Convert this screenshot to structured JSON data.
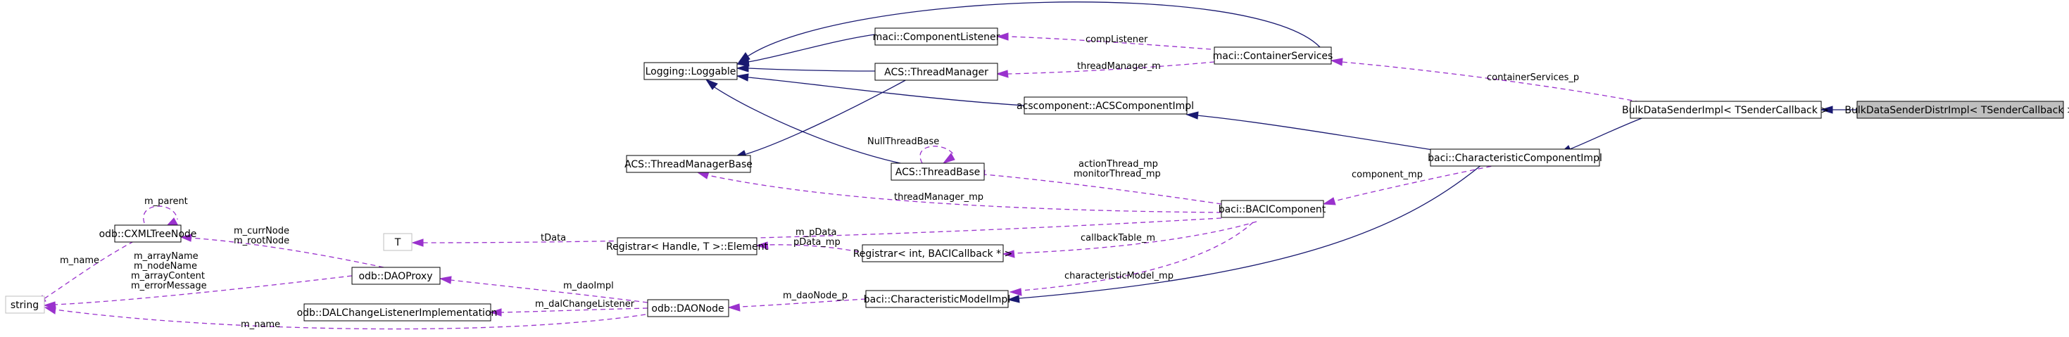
{
  "nodes": {
    "loggable": "Logging::Loggable",
    "componentListener": "maci::ComponentListener",
    "threadManager": "ACS::ThreadManager",
    "containerServices": "maci::ContainerServices",
    "acsComponentImpl": "acscomponent::ACSComponentImpl",
    "bulkSender": "BulkDataSenderImpl< TSenderCallback >",
    "bulkDistr": "BulkDataSenderDistrImpl< TSenderCallback >",
    "threadManagerBase": "ACS::ThreadManagerBase",
    "threadBase": "ACS::ThreadBase",
    "characteristicComponent": "baci::CharacteristicComponentImpl",
    "baciComponent": "baci::BACIComponent",
    "T": "T",
    "registrarElement": "Registrar< Handle, T >::Element",
    "registrarBaci": "Registrar< int, BACICallback * >",
    "cxmlTreeNode": "odb::CXMLTreeNode",
    "string": "string",
    "daoProxy": "odb::DAOProxy",
    "dalChangeListener": "odb::DALChangeListenerImplementation",
    "daoNode": "odb::DAONode",
    "characteristicModel": "baci::CharacteristicModelImpl"
  },
  "labels": {
    "compListener": "compListener",
    "threadManager_m": "threadManager_m",
    "containerServices_p": "containerServices_p",
    "nullThreadBase": "NullThreadBase",
    "actionThread_mp": "actionThread_mp",
    "monitorThread_mp": "monitorThread_mp",
    "component_mp": "component_mp",
    "threadManager_mp": "threadManager_mp",
    "m_parent": "m_parent",
    "m_currNode": "m_currNode",
    "m_rootNode": "m_rootNode",
    "m_name_top": "m_name",
    "m_arrayName": "m_arrayName",
    "m_nodeName": "m_nodeName",
    "m_arrayContent": "m_arrayContent",
    "m_errorMessage": "m_errorMessage",
    "tData": "tData",
    "m_pData": "m_pData",
    "pData_mp": "pData_mp",
    "callbackTable_m": "callbackTable_m",
    "characteristicModel_mp": "characteristicModel_mp",
    "m_daoImpl": "m_daoImpl",
    "m_dalChangeListener": "m_dalChangeListener",
    "m_daoNode_p": "m_daoNode_p",
    "m_name_bottom": "m_name"
  }
}
